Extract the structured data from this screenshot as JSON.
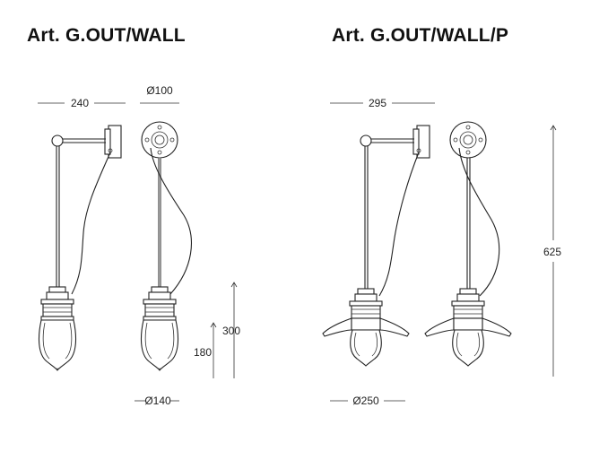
{
  "titles": {
    "left": "Art. G.OUT/WALL",
    "right": "Art. G.OUT/WALL/P"
  },
  "dimensions": {
    "left_width": "240",
    "left_base_diameter": "Ø100",
    "left_shade_diameter": "Ø140",
    "left_height_300": "300",
    "left_height_180": "180",
    "right_width": "295",
    "right_shade_diameter": "Ø250",
    "right_height": "625"
  }
}
